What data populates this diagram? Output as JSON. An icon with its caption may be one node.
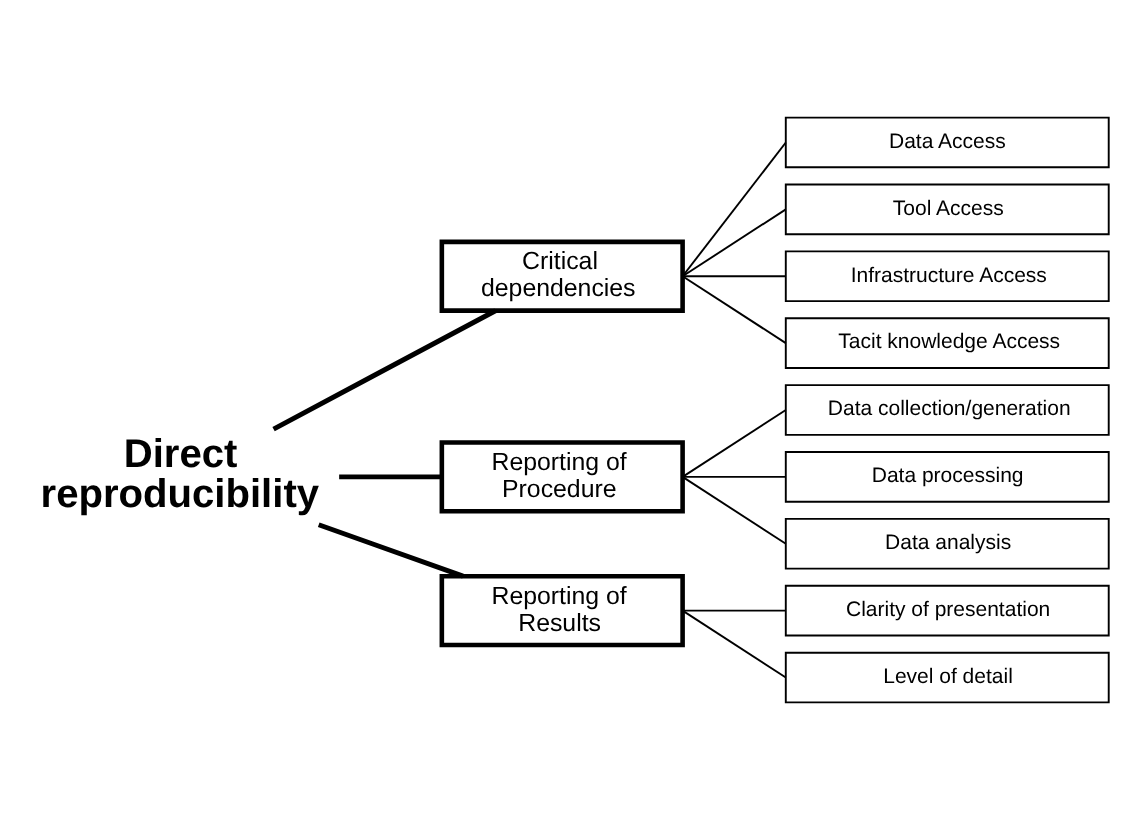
{
  "diagram": {
    "nodes": [
      {
        "text": [
          "Direct reproducibility"
        ]
      },
      {
        "text": [
          "Critical dependencies"
        ]
      },
      {
        "text": [
          "Data Access"
        ]
      },
      {
        "text": [
          "Tool Access"
        ]
      },
      {
        "text": [
          "Infrastructure Access"
        ]
      },
      {
        "text": [
          "Tacit knowledge Access"
        ]
      },
      {
        "text": [
          "Reporting of Procedure"
        ]
      },
      {
        "text": [
          "Data collection/generation"
        ]
      },
      {
        "text": [
          "Data processing"
        ]
      },
      {
        "text": [
          "Data analysis"
        ]
      },
      {
        "text": [
          "Reporting of Results"
        ]
      },
      {
        "text": [
          "Clarity of presentation"
        ]
      },
      {
        "text": [
          "Level of detail"
        ]
      }
    ],
    "edges": [
      {
        "from": 0,
        "to": 1,
        "arrow": "none",
        "style": "thick"
      },
      {
        "from": 1,
        "to": 2,
        "arrow": "none"
      },
      {
        "from": 1,
        "to": 3,
        "arrow": "none"
      },
      {
        "from": 1,
        "to": 4,
        "arrow": "none"
      },
      {
        "from": 1,
        "to": 5,
        "arrow": "none"
      },
      {
        "from": 0,
        "to": 6,
        "arrow": "none",
        "style": "thick"
      },
      {
        "from": 6,
        "to": 7,
        "arrow": "none"
      },
      {
        "from": 6,
        "to": 8,
        "arrow": "none"
      },
      {
        "from": 6,
        "to": 9,
        "arrow": "none"
      },
      {
        "from": 0,
        "to": 10,
        "arrow": "none",
        "style": "thick"
      },
      {
        "from": 10,
        "to": 11,
        "arrow": "none"
      },
      {
        "from": 10,
        "to": 12,
        "arrow": "none"
      }
    ]
  }
}
